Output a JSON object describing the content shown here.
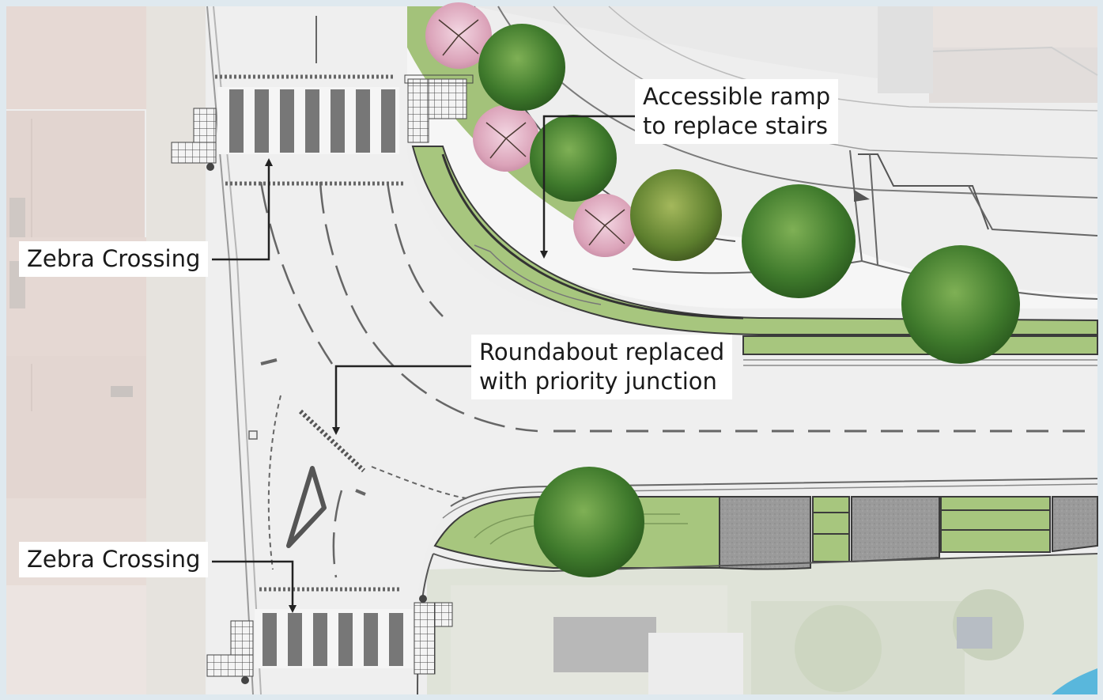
{
  "labels": {
    "ramp": {
      "line1": "Accessible ramp",
      "line2": "to replace stairs"
    },
    "roundabout": {
      "line1": "Roundabout replaced",
      "line2": "with priority junction"
    },
    "zebra_top": "Zebra Crossing",
    "zebra_bottom": "Zebra Crossing"
  },
  "colors": {
    "frame": "#dfe9ef",
    "road": "#efefef",
    "verge": "#9fbe74",
    "paving": "#999999",
    "tree_dark": "#3f7a2c",
    "tree_light": "#6fa14a",
    "tree_pink": "#e6b6c8",
    "zebra": "#777777",
    "arrow": "#222222"
  },
  "icons": [
    "tree-icon",
    "blossom-tree-icon",
    "arrow-down-icon",
    "tactile-paving-icon",
    "zebra-crossing-icon",
    "traffic-island-icon"
  ]
}
